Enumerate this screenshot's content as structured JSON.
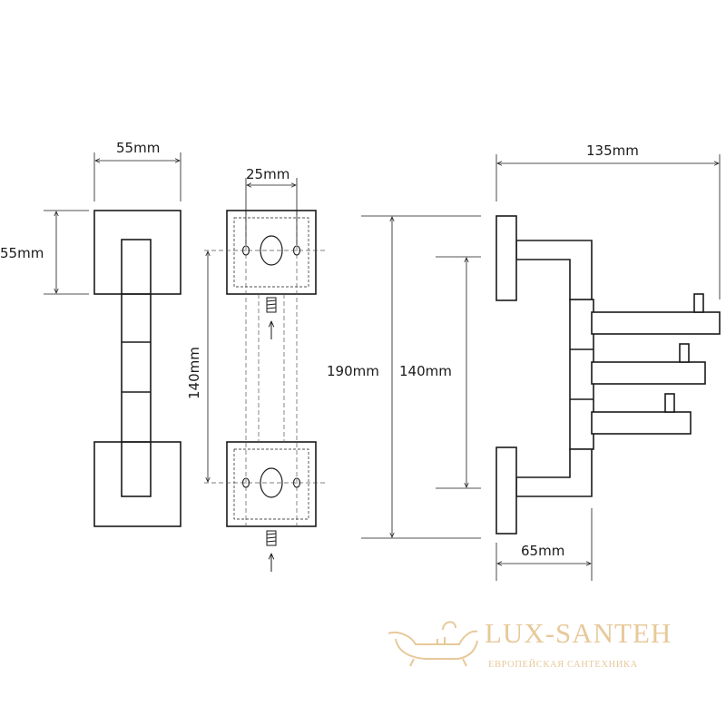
{
  "dimensions": {
    "front_width": "55mm",
    "front_height": "55mm",
    "mount_holes": "25mm",
    "mount_spacing": "140mm",
    "overall_height": "190mm",
    "side_spacing": "140mm",
    "projection": "135mm",
    "base_depth": "65mm"
  },
  "watermark": {
    "brand": "LUX-SANTEH",
    "tagline": "ЕВРОПЕЙСКАЯ САНТЕХНИКА",
    "color": "#e7c99a"
  },
  "colors": {
    "line": "#1a1a1a",
    "dashed": "#555555"
  }
}
